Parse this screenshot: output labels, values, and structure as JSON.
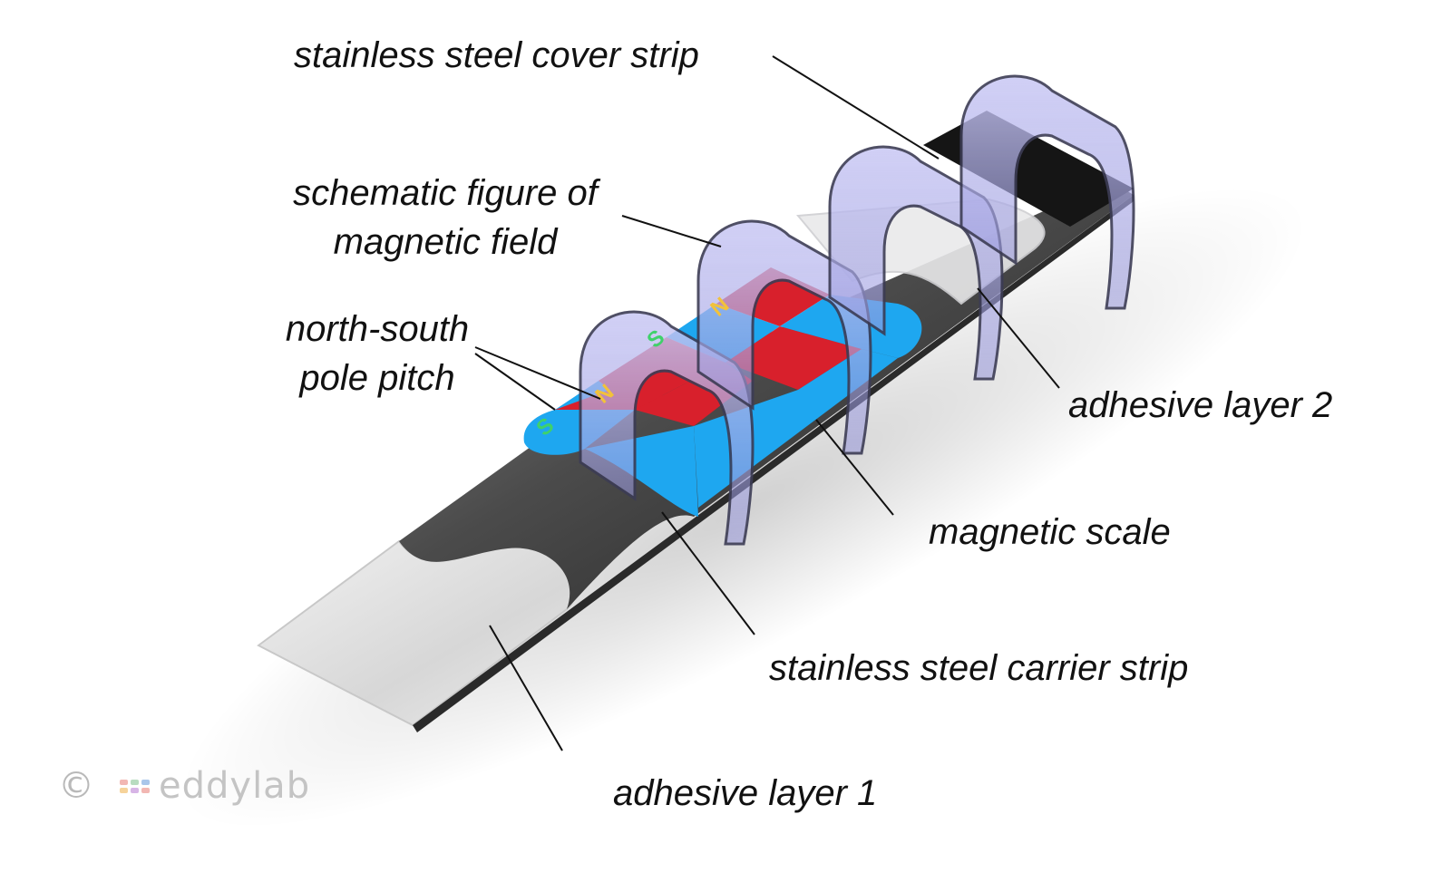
{
  "labels": {
    "cover_strip": "stainless steel cover strip",
    "magnetic_field_line1": "schematic figure of",
    "magnetic_field_line2": "magnetic field",
    "pole_pitch_line1": "north-south",
    "pole_pitch_line2": "pole pitch",
    "adhesive_layer_2": "adhesive layer 2",
    "magnetic_scale": "magnetic scale",
    "carrier_strip": "stainless steel carrier strip",
    "adhesive_layer_1": "adhesive layer 1"
  },
  "poles": {
    "north": "N",
    "south": "S"
  },
  "logo": {
    "copyright_symbol": "©",
    "brand": "eddylab"
  },
  "colors": {
    "pole_north": "#d8202c",
    "pole_south": "#1ea7f0",
    "field_arc": "#a9a9e8",
    "cover_strip": "#1a1a1a",
    "carrier_strip": "#5e5e5e",
    "adhesive": "#e3e3e3",
    "label_text": "#111111",
    "logo_grey": "#bdbdbd",
    "logo_dots": [
      "#f2b7b3",
      "#b8dcc0",
      "#a9c6ea",
      "#f6d39a",
      "#d7b5e6",
      "#f2b7b3"
    ]
  }
}
